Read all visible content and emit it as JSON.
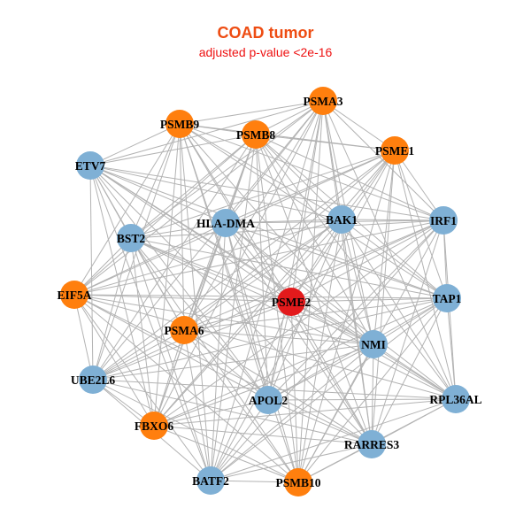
{
  "title": "COAD tumor",
  "subtitle": "adjusted p-value <2e-16",
  "colors": {
    "title": "#ee4c12",
    "subtitle": "#ee1111",
    "node_blue": "#7fb0d5",
    "node_orange": "#ff7f0e",
    "node_red": "#e31a1c",
    "edge": "#b3b3b3"
  },
  "nodes": [
    {
      "id": "PSMA3",
      "group": "orange"
    },
    {
      "id": "PSMB9",
      "group": "orange"
    },
    {
      "id": "PSMB8",
      "group": "orange"
    },
    {
      "id": "PSME1",
      "group": "orange"
    },
    {
      "id": "ETV7",
      "group": "blue"
    },
    {
      "id": "HLA-DMA",
      "group": "blue"
    },
    {
      "id": "BAK1",
      "group": "blue"
    },
    {
      "id": "IRF1",
      "group": "blue"
    },
    {
      "id": "BST2",
      "group": "blue"
    },
    {
      "id": "EIF5A",
      "group": "orange"
    },
    {
      "id": "PSME2",
      "group": "red"
    },
    {
      "id": "TAP1",
      "group": "blue"
    },
    {
      "id": "PSMA6",
      "group": "orange"
    },
    {
      "id": "NMI",
      "group": "blue"
    },
    {
      "id": "UBE2L6",
      "group": "blue"
    },
    {
      "id": "APOL2",
      "group": "blue"
    },
    {
      "id": "RPL36AL",
      "group": "blue"
    },
    {
      "id": "FBXO6",
      "group": "orange"
    },
    {
      "id": "RARRES3",
      "group": "blue"
    },
    {
      "id": "BATF2",
      "group": "blue"
    },
    {
      "id": "PSMB10",
      "group": "orange"
    }
  ]
}
